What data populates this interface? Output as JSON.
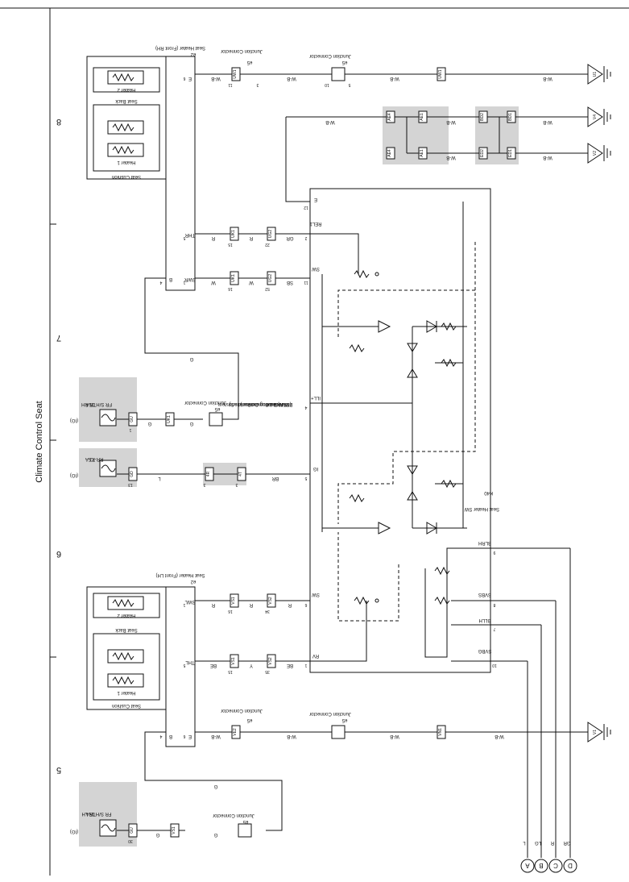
{
  "page": {
    "title": "Climate Control Seat",
    "grid_numbers": [
      "5",
      "6",
      "7",
      "8"
    ]
  },
  "components": {
    "seat_heater_rh": {
      "name": "Seat Heater (Front RH)",
      "code": "e2",
      "terminals": [
        "E",
        "THR",
        "SWR",
        "B"
      ],
      "pins": [
        "6",
        "5",
        "1",
        "4"
      ]
    },
    "seat_heater_lh": {
      "name": "Seat Heater (Front LH)",
      "code": "e2",
      "terminals": [
        "E",
        "THL",
        "SWL",
        "B"
      ],
      "pins": [
        "6",
        "5",
        "1",
        "4"
      ]
    },
    "seat_cushion": "Seat Cushion",
    "seat_back": "Seat Back",
    "heater_1": "Heater 1",
    "heater_2": "Heater 2",
    "junction_connector": "Junction Connector",
    "connector_code": "e5",
    "seat_heater_sw": {
      "name": "Seat Heater SW",
      "code": "K40"
    },
    "mpx": {
      "line1": "Multiplex Communication System",
      "line2": "(BEAN-Instrument Panel and",
      "line3": "BEAN-Steering Column)",
      "line4": "<3-2>"
    },
    "sw_terminals": [
      "E",
      "REL1",
      "SW",
      "ILL+",
      "IG",
      "SW",
      "RV",
      "BLRH",
      "SVBS",
      "BLLH",
      "SVBG"
    ],
    "sw_pins": [
      "12",
      "2",
      "11",
      "4",
      "5",
      "6",
      "1",
      "9",
      "8",
      "7",
      "10"
    ]
  },
  "fuses": [
    {
      "ig": "(IG)",
      "rating": "15A",
      "name": "FR S/HTR RH",
      "pin": "1",
      "conn": "GU"
    },
    {
      "ig": "(IG)",
      "rating": "7.5A",
      "name": "RR-IG",
      "pin": "13",
      "conn": "GD"
    },
    {
      "ig": "(IG)",
      "rating": "15A",
      "name": "FR S/HTR LH",
      "pin": "30",
      "conn": "GU"
    }
  ],
  "wire_colors": {
    "wb": "W-B",
    "r": "R",
    "w": "W",
    "gr": "GR",
    "g": "G",
    "br": "BR",
    "l": "L",
    "be": "BE",
    "y": "Y",
    "sb": "SB",
    "lg": "LG"
  },
  "connectors": {
    "uw1": "UW1",
    "uk1": "UK1",
    "ug2": "UG2",
    "vs1": "VS1",
    "vs2": "VS2",
    "ve2": "VE2",
    "vn1": "VN1",
    "ae4": "AE4",
    "ae1": "AE1",
    "bd2": "BD2",
    "bd1": "BD1",
    "ed2": "ED2",
    "ed1": "ED1",
    "ja": "4R",
    "jb": "4T"
  },
  "grounds": [
    "U1",
    "V4",
    "V2",
    "V1"
  ],
  "terminals_out": [
    {
      "label": "A",
      "wire": "L"
    },
    {
      "label": "B",
      "wire": "LG"
    },
    {
      "label": "C",
      "wire": "R"
    },
    {
      "label": "D",
      "wire": "GR"
    }
  ],
  "pin_numbers": [
    "1",
    "2",
    "3",
    "5",
    "6",
    "7",
    "10",
    "11",
    "13",
    "15",
    "16",
    "22",
    "34",
    "35",
    "52"
  ]
}
